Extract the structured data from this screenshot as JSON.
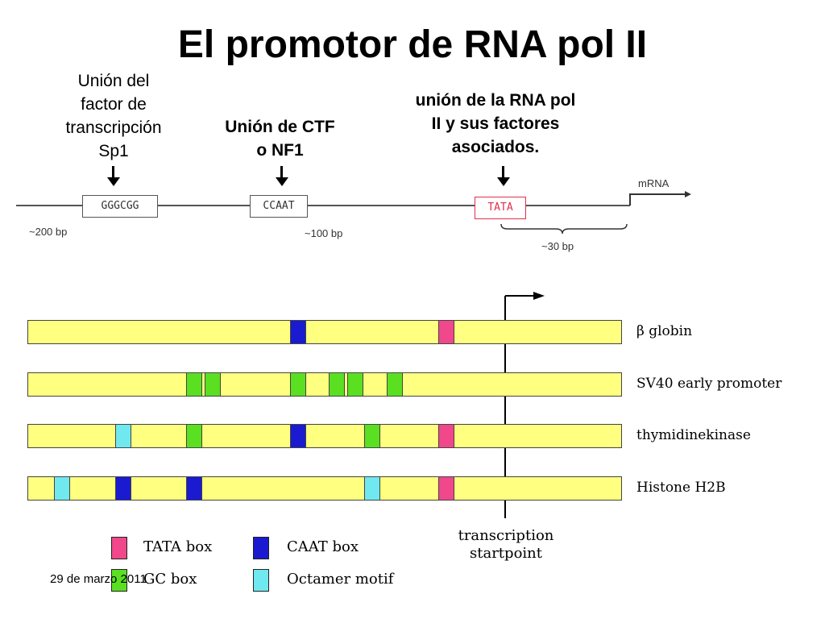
{
  "title": "El promotor de RNA pol II",
  "annotations": {
    "sp1": [
      "Unión del",
      "factor de",
      "transcripción",
      "Sp1"
    ],
    "ctf": [
      "Unión de CTF",
      "o NF1"
    ],
    "rnapol": [
      "unión de la RNA pol",
      "II y sus factores",
      "asociados."
    ]
  },
  "promoter": {
    "gc_box": "GGGCGG",
    "caat_box": "CCAAT",
    "tata_box": "TATA",
    "bp_200": "~200 bp",
    "bp_100": "~100 bp",
    "bp_30": "~30 bp",
    "mrna": "mRNA"
  },
  "colors": {
    "tata": "#f0488a",
    "caat": "#1a1ad0",
    "gc": "#5ae020",
    "octamer": "#70e8f0",
    "bar": "#ffff80"
  },
  "genes": [
    {
      "name": "β globin",
      "blocks": [
        {
          "type": "caat",
          "pos": 0.44
        },
        {
          "type": "tata",
          "pos": 0.69
        }
      ]
    },
    {
      "name": "SV40 early promoter",
      "blocks": [
        {
          "type": "gc",
          "pos": 0.266
        },
        {
          "type": "gc",
          "pos": 0.297
        },
        {
          "type": "gc",
          "pos": 0.44
        },
        {
          "type": "gc",
          "pos": 0.506
        },
        {
          "type": "gc",
          "pos": 0.537
        },
        {
          "type": "gc",
          "pos": 0.603
        }
      ]
    },
    {
      "name": "thymidinekinase",
      "blocks": [
        {
          "type": "octamer",
          "pos": 0.147
        },
        {
          "type": "gc",
          "pos": 0.266
        },
        {
          "type": "caat",
          "pos": 0.44
        },
        {
          "type": "gc",
          "pos": 0.565
        },
        {
          "type": "tata",
          "pos": 0.69
        }
      ]
    },
    {
      "name": "Histone H2B",
      "blocks": [
        {
          "type": "octamer",
          "pos": 0.044
        },
        {
          "type": "caat",
          "pos": 0.147
        },
        {
          "type": "caat",
          "pos": 0.266
        },
        {
          "type": "octamer",
          "pos": 0.565
        },
        {
          "type": "tata",
          "pos": 0.69
        }
      ]
    }
  ],
  "startpoint_label": [
    "transcription",
    "startpoint"
  ],
  "legend": [
    {
      "type": "tata",
      "label": "TATA box"
    },
    {
      "type": "caat",
      "label": "CAAT box"
    },
    {
      "type": "gc",
      "label": "GC box"
    },
    {
      "type": "octamer",
      "label": "Octamer motif"
    }
  ],
  "date": "29 de marzo 2011"
}
